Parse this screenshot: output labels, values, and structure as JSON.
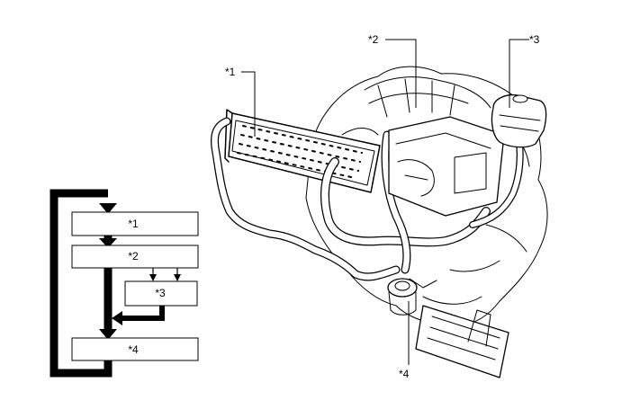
{
  "flow": {
    "boxes": [
      "*1",
      "*2",
      "*3",
      "*4"
    ]
  },
  "callouts": [
    "*1",
    "*2",
    "*3",
    "*4"
  ]
}
